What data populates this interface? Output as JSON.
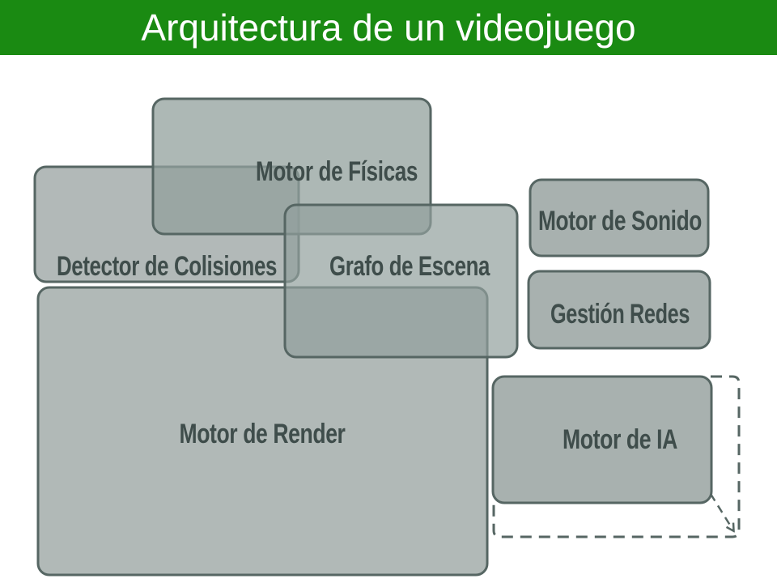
{
  "title": "Arquitectura de un videojuego",
  "colors": {
    "title_bar": "#1a8a12",
    "title_text": "#ffffff",
    "box_fill": "#9fa8a6",
    "box_stroke": "#566663",
    "label_text": "#3f4d4b"
  },
  "diagram": {
    "boxes": {
      "fisicas": "Motor de Físicas",
      "colisiones": "Detector de Colisiones",
      "grafo": "Grafo de Escena",
      "render": "Motor de Render",
      "sonido": "Motor de Sonido",
      "redes": "Gestión Redes",
      "ia": "Motor de IA"
    }
  }
}
